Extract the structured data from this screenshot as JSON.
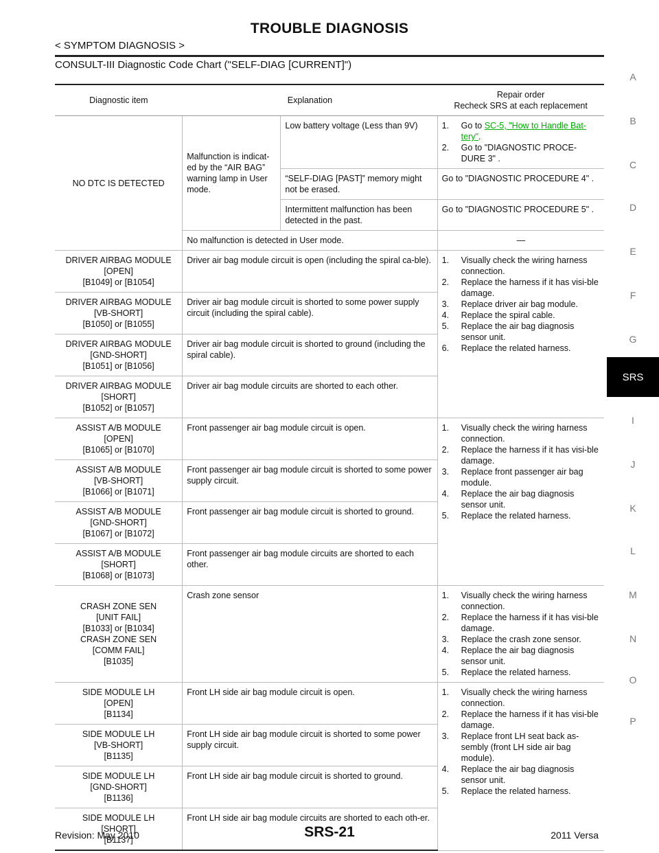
{
  "header": {
    "title": "TROUBLE DIAGNOSIS",
    "breadcrumb": "< SYMPTOM DIAGNOSIS >",
    "section_title": "CONSULT-III Diagnostic Code Chart (\"SELF-DIAG [CURRENT]\")"
  },
  "side_index": {
    "letters": [
      "A",
      "B",
      "C",
      "D",
      "E",
      "F",
      "G",
      "I",
      "J",
      "K",
      "L",
      "M",
      "N",
      "O",
      "P"
    ],
    "current": "SRS"
  },
  "table": {
    "headers": {
      "item": "Diagnostic item",
      "explanation": "Explanation",
      "repair_line1": "Repair order",
      "repair_line2": "Recheck SRS at each replacement"
    },
    "no_dtc": {
      "item": "NO DTC IS DETECTED",
      "explanation": "Malfunction is indicat-ed by the “AIR BAG” warning lamp in User mode.",
      "sub1": "Low battery voltage (Less than 9V)",
      "rep1_step1_num": "1.",
      "rep1_step1_pre": "Go to ",
      "rep1_step1_link": "SC-5, \"How to Handle Bat-tery\"",
      "rep1_step1_post": ".",
      "rep1_step2_num": "2.",
      "rep1_step2": "Go to \"DIAGNOSTIC PROCE-DURE 3\" .",
      "sub2": "“SELF-DIAG [PAST]” memory might not be erased.",
      "rep2": "Go to \"DIAGNOSTIC PROCEDURE 4\" .",
      "sub3": "Intermittent malfunction has been detected in the past.",
      "rep3": "Go to \"DIAGNOSTIC PROCEDURE 5\" .",
      "usermode": "No malfunction is detected in User mode.",
      "usermode_repair": "—"
    },
    "driver": {
      "rows": [
        {
          "item1": "DRIVER AIRBAG MODULE",
          "item2": "[OPEN]",
          "item3": "[B1049] or [B1054]",
          "explanation": "Driver air bag module circuit is open (including the spiral ca-ble)."
        },
        {
          "item1": "DRIVER AIRBAG MODULE",
          "item2": "[VB-SHORT]",
          "item3": "[B1050] or [B1055]",
          "explanation": "Driver air bag module circuit is shorted to some power supply circuit (including the spiral cable)."
        },
        {
          "item1": "DRIVER AIRBAG MODULE",
          "item2": "[GND-SHORT]",
          "item3": "[B1051] or [B1056]",
          "explanation": "Driver air bag module circuit is shorted to ground (including the spiral cable)."
        },
        {
          "item1": "DRIVER AIRBAG MODULE",
          "item2": "[SHORT]",
          "item3": "[B1052] or [B1057]",
          "explanation": "Driver air bag module circuits are shorted to each other."
        }
      ],
      "repair": [
        {
          "num": "1.",
          "text": "Visually check the wiring harness connection."
        },
        {
          "num": "2.",
          "text": "Replace the harness if it has visi-ble damage."
        },
        {
          "num": "3.",
          "text": "Replace driver air bag module."
        },
        {
          "num": "4.",
          "text": "Replace the spiral cable."
        },
        {
          "num": "5.",
          "text": "Replace the air bag diagnosis sensor unit."
        },
        {
          "num": "6.",
          "text": "Replace the related harness."
        }
      ]
    },
    "assist": {
      "rows": [
        {
          "item1": "ASSIST A/B MODULE",
          "item2": "[OPEN]",
          "item3": "[B1065] or [B1070]",
          "explanation": "Front passenger air bag module circuit is open."
        },
        {
          "item1": "ASSIST A/B MODULE",
          "item2": "[VB-SHORT]",
          "item3": "[B1066] or [B1071]",
          "explanation": "Front passenger air bag module circuit is shorted to some power supply circuit."
        },
        {
          "item1": "ASSIST A/B MODULE",
          "item2": "[GND-SHORT]",
          "item3": "[B1067] or [B1072]",
          "explanation": "Front passenger air bag module circuit is shorted to ground."
        },
        {
          "item1": "ASSIST A/B MODULE",
          "item2": "[SHORT]",
          "item3": "[B1068] or [B1073]",
          "explanation": "Front passenger air bag module circuits are shorted to each other."
        }
      ],
      "repair": [
        {
          "num": "1.",
          "text": "Visually check the wiring harness connection."
        },
        {
          "num": "2.",
          "text": "Replace the harness if it has visi-ble damage."
        },
        {
          "num": "3.",
          "text": "Replace front passenger air bag module."
        },
        {
          "num": "4.",
          "text": "Replace the air bag diagnosis sensor unit."
        },
        {
          "num": "5.",
          "text": "Replace the related harness."
        }
      ]
    },
    "crash": {
      "lines": [
        "CRASH ZONE SEN",
        "[UNIT FAIL]",
        "[B1033] or [B1034]",
        "CRASH ZONE SEN",
        "[COMM FAIL]",
        "[B1035]"
      ],
      "explanation": "Crash zone sensor",
      "repair": [
        {
          "num": "1.",
          "text": "Visually check the wiring harness connection."
        },
        {
          "num": "2.",
          "text": "Replace the harness if it has visi-ble damage."
        },
        {
          "num": "3.",
          "text": "Replace the crash zone sensor."
        },
        {
          "num": "4.",
          "text": "Replace the air bag diagnosis sensor unit."
        },
        {
          "num": "5.",
          "text": "Replace the related harness."
        }
      ]
    },
    "side": {
      "rows": [
        {
          "item1": "SIDE MODULE LH",
          "item2": "[OPEN]",
          "item3": "[B1134]",
          "explanation": "Front LH side air bag module circuit is open."
        },
        {
          "item1": "SIDE MODULE LH",
          "item2": "[VB-SHORT]",
          "item3": "[B1135]",
          "explanation": "Front LH side air bag module circuit is shorted to some power supply circuit."
        },
        {
          "item1": "SIDE MODULE LH",
          "item2": "[GND-SHORT]",
          "item3": "[B1136]",
          "explanation": "Front LH side air bag module circuit is shorted to ground."
        },
        {
          "item1": "SIDE MODULE LH",
          "item2": "[SHORT]",
          "item3": "[B1137]",
          "explanation": "Front LH side air bag module circuits are shorted to each oth-er."
        }
      ],
      "repair": [
        {
          "num": "1.",
          "text": "Visually check the wiring harness connection."
        },
        {
          "num": "2.",
          "text": "Replace the harness if it has visi-ble damage."
        },
        {
          "num": "3.",
          "text": "Replace front LH seat back as-sembly (front LH side air bag module)."
        },
        {
          "num": "4.",
          "text": "Replace the air bag diagnosis sensor unit."
        },
        {
          "num": "5.",
          "text": "Replace the related harness."
        }
      ]
    }
  },
  "footer": {
    "revision": "Revision: May 2010",
    "page": "SRS-21",
    "model": "2011 Versa"
  }
}
